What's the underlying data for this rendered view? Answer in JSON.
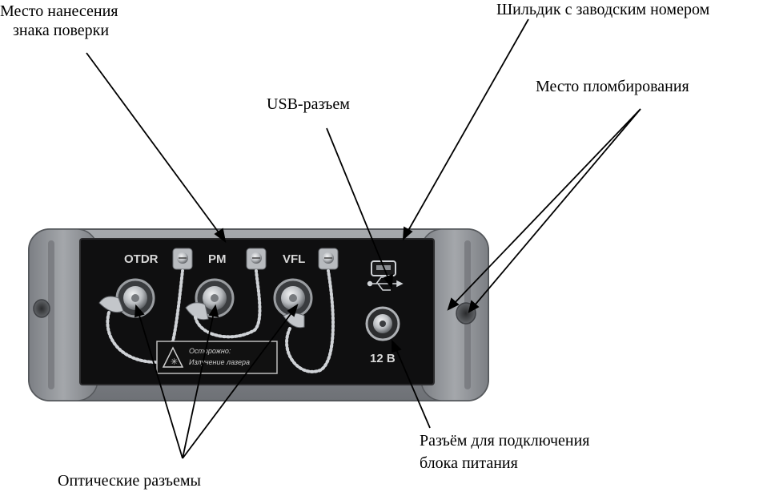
{
  "callouts": {
    "verification_mark": [
      "Место нанесения",
      "знака поверки"
    ],
    "serial_plate": "Шильдик с заводским номером",
    "usb": "USB-разъем",
    "seal_place": "Место пломбирования",
    "power_connector": [
      "Разъём для подключения",
      "блока питания"
    ],
    "optical_connectors": "Оптические разъемы"
  },
  "panel": {
    "labels": {
      "otdr": "OTDR",
      "pm": "PM",
      "vfl": "VFL"
    },
    "power_voltage": "12 В",
    "warning_lines": [
      "Осторожно:",
      "Излучение лазера"
    ]
  },
  "colors": {
    "housing": "#8e9196",
    "housing_dark": "#5d6065",
    "panel": "#0f0f10",
    "metal": "#c9cbcf",
    "text_on_panel": "#d8d8d8",
    "line": "#000000"
  }
}
